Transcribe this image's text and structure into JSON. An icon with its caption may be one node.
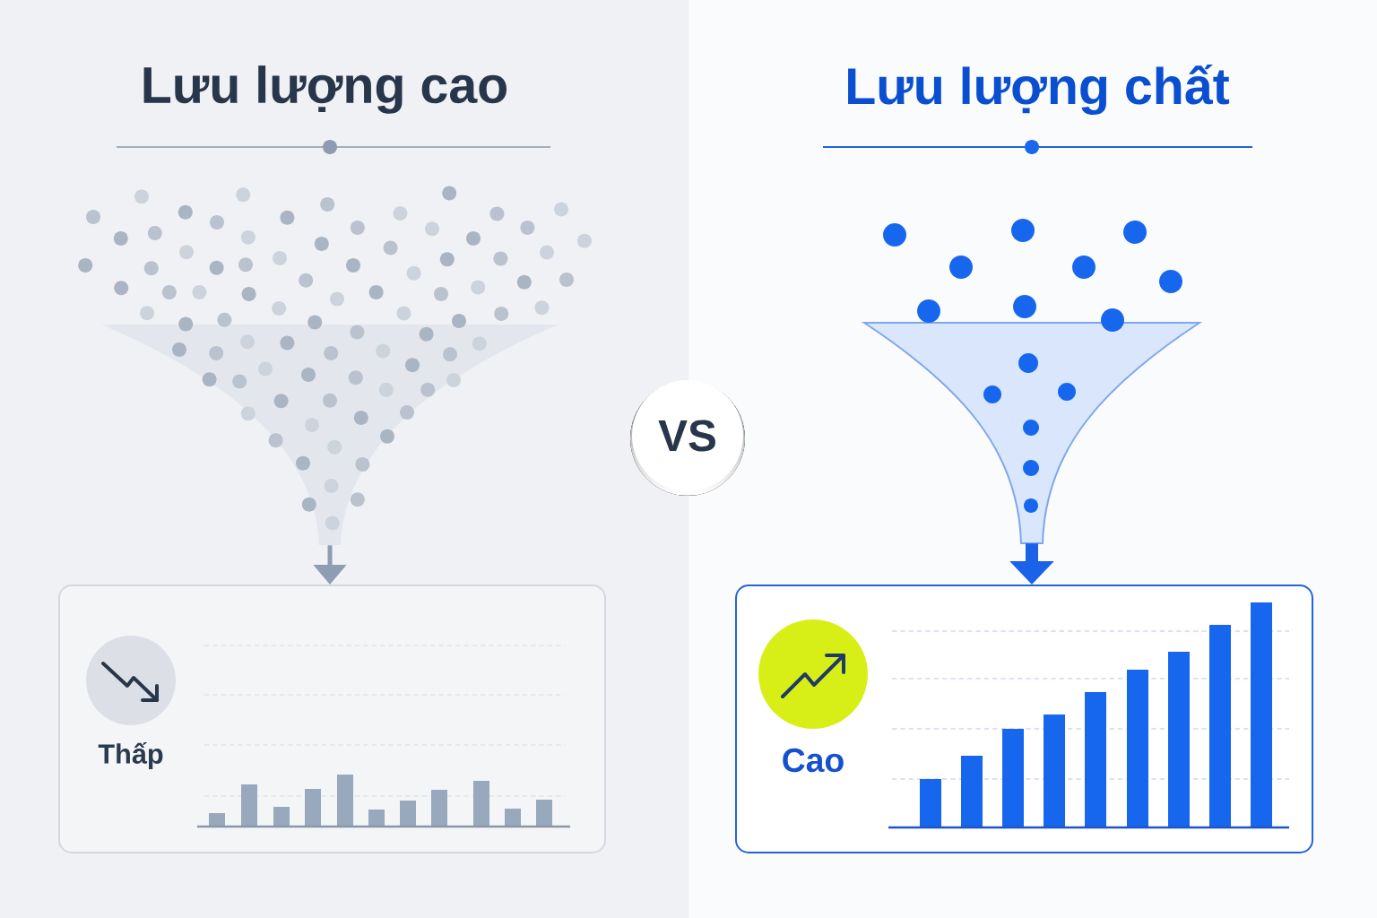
{
  "diagram": {
    "nodes": [
      {
        "text": [],
        "shape": "funnel"
      },
      {
        "text": [
          "Thấp"
        ]
      },
      {
        "text": [
          "VS"
        ]
      },
      {
        "text": [],
        "shape": "funnel"
      },
      {
        "text": [
          "Cao"
        ]
      }
    ],
    "edges": [
      {
        "from": 0,
        "to": 1,
        "arrow": "to",
        "color": "#8e9db2"
      },
      {
        "from": 3,
        "to": 4,
        "arrow": "to",
        "style": "thick",
        "color": "#1a62e8"
      }
    ],
    "labels": [
      "Lưu lượng cao",
      "Lưu lượng chất"
    ]
  }
}
